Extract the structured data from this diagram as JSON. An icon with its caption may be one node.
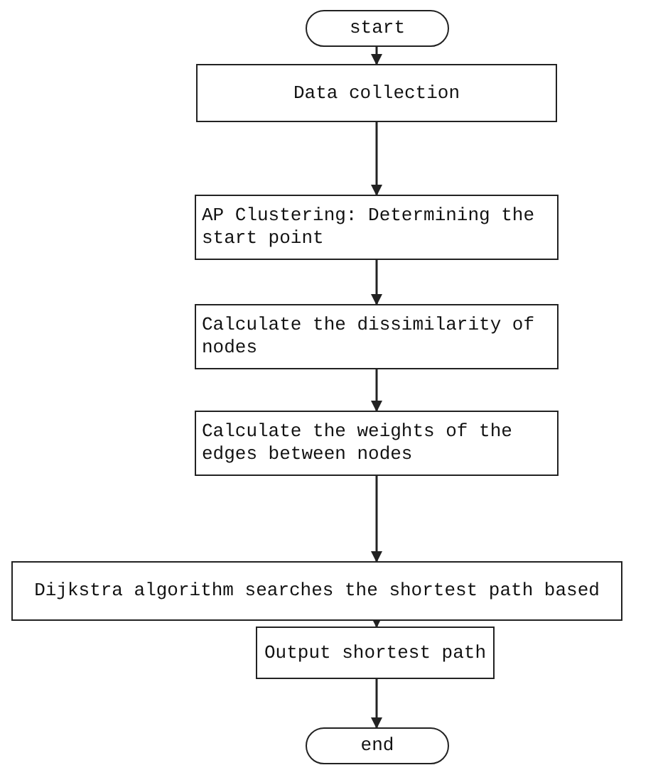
{
  "diagram": {
    "nodes": [
      {
        "text": [
          "start"
        ]
      },
      {
        "text": [
          "Data collection"
        ]
      },
      {
        "text": [
          "AP Clustering: Determining the start point"
        ]
      },
      {
        "text": [
          "Calculate the dissimilarity of nodes"
        ]
      },
      {
        "text": [
          "Calculate the weights of the edges between nodes"
        ]
      },
      {
        "text": [
          "Dijkstra algorithm searches the shortest path based"
        ]
      },
      {
        "text": [
          "Output shortest path"
        ]
      },
      {
        "text": [
          "end"
        ]
      }
    ],
    "edges": [
      {
        "from": 0,
        "to": 1,
        "arrow": "to"
      },
      {
        "from": 1,
        "to": 2,
        "arrow": "to"
      },
      {
        "from": 2,
        "to": 3,
        "arrow": "to"
      },
      {
        "from": 3,
        "to": 4,
        "arrow": "to"
      },
      {
        "from": 4,
        "to": 5,
        "arrow": "to"
      },
      {
        "from": 5,
        "to": 6,
        "arrow": "to"
      },
      {
        "from": 6,
        "to": 7,
        "arrow": "to"
      }
    ]
  }
}
